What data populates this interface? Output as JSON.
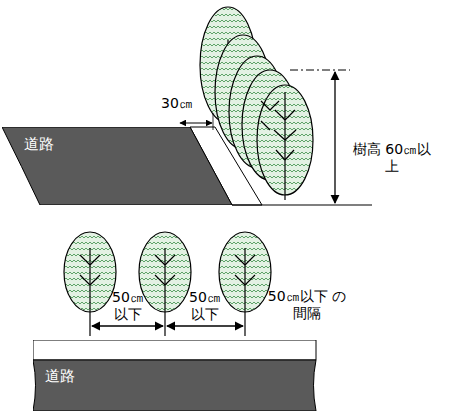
{
  "diagram": {
    "nodes": [
      {
        "text": [
          "道路"
        ]
      },
      {
        "text": [
          "道路"
        ]
      }
    ],
    "labels": [
      "30㎝",
      "樹高 60㎝以上",
      "50㎝ 以下",
      "50㎝ 以下",
      "50㎝以下 の間隔"
    ]
  }
}
